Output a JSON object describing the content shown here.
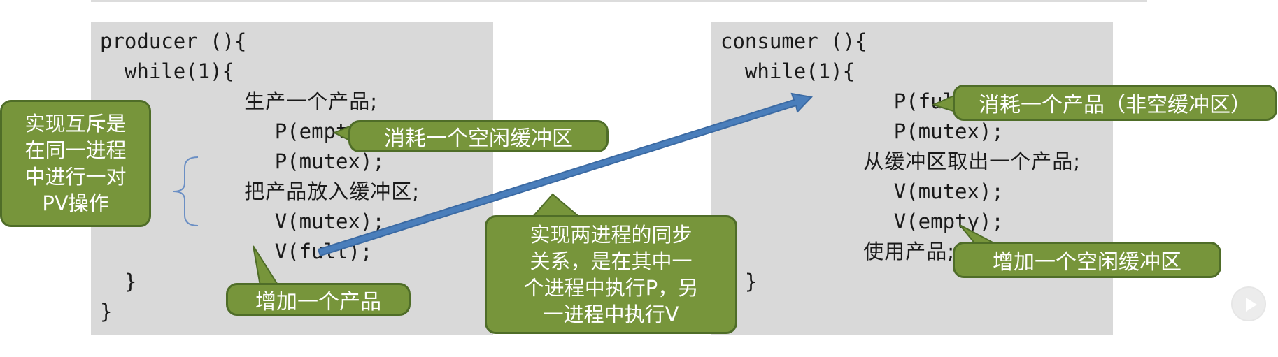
{
  "producer": {
    "lines": [
      "producer (){",
      "  while(1){",
      "      生产一个产品;",
      "      P(empty);",
      "      P(mutex);",
      "      把产品放入缓冲区;",
      "      V(mutex);",
      "      V(full);",
      "  }",
      "}"
    ]
  },
  "consumer": {
    "lines": [
      "consumer (){",
      "  while(1){",
      "      P(full);",
      "      P(mutex);",
      "      从缓冲区取出一个产品;",
      "      V(mutex);",
      "      V(empty);",
      "      使用产品;",
      "  }"
    ]
  },
  "callouts": {
    "mutex_lines": [
      "实现互斥是",
      "在同一进程",
      "中进行一对",
      "PV操作"
    ],
    "empty_consume": "消耗一个空闲缓冲区",
    "full_add": "增加一个产品",
    "sync_lines": [
      "实现两进程的同步",
      "关系，是在其中一",
      "个进程中执行P，另",
      "一进程中执行V"
    ],
    "full_consume": "消耗一个产品（非空缓冲区）",
    "empty_add": "增加一个空闲缓冲区"
  },
  "colors": {
    "callout_fill": "#77953b",
    "callout_border": "#4f6d28",
    "arrow": "#4a7ebb",
    "panel": "#d9d9d9"
  }
}
